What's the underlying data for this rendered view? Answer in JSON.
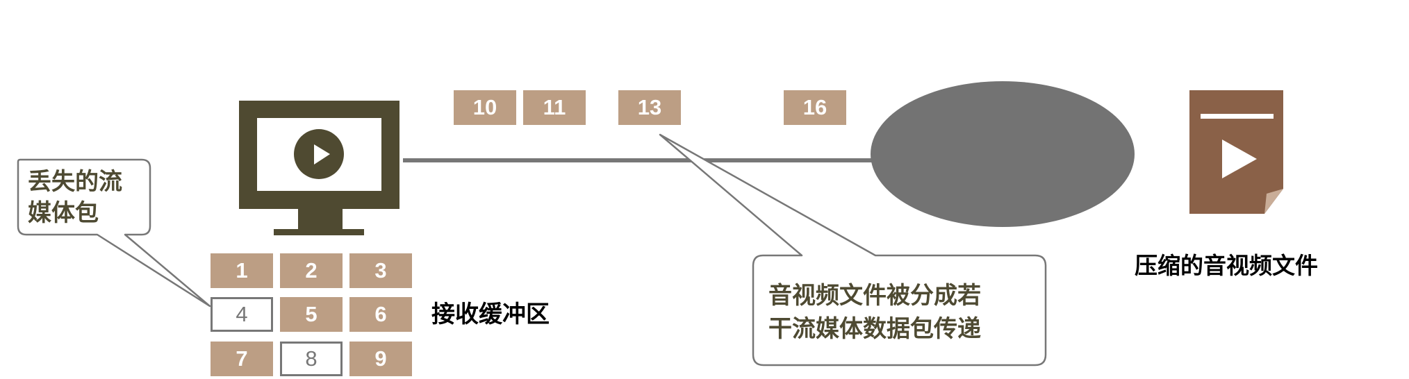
{
  "diagram": {
    "colors": {
      "packet": "#bc9e84",
      "monitor": "#4f4a31",
      "line": "#777777",
      "network": "#737373",
      "file": "#8a6148",
      "callout_text": "#4e4a32"
    },
    "icons": {
      "monitor": "monitor-play-icon",
      "file": "video-file-icon"
    },
    "in_transit_packets": [
      "10",
      "11",
      "13",
      "16"
    ],
    "buffer_packets": [
      {
        "label": "1",
        "lost": false
      },
      {
        "label": "2",
        "lost": false
      },
      {
        "label": "3",
        "lost": false
      },
      {
        "label": "4",
        "lost": true
      },
      {
        "label": "5",
        "lost": false
      },
      {
        "label": "6",
        "lost": false
      },
      {
        "label": "7",
        "lost": false
      },
      {
        "label": "8",
        "lost": true
      },
      {
        "label": "9",
        "lost": false
      }
    ],
    "buffer_label": "接收缓冲区",
    "lost_callout": "丢失的流\n媒体包",
    "packets_callout": "音视频文件被分成若\n干流媒体数据包传递",
    "file_label": "压缩的音视频文件"
  }
}
